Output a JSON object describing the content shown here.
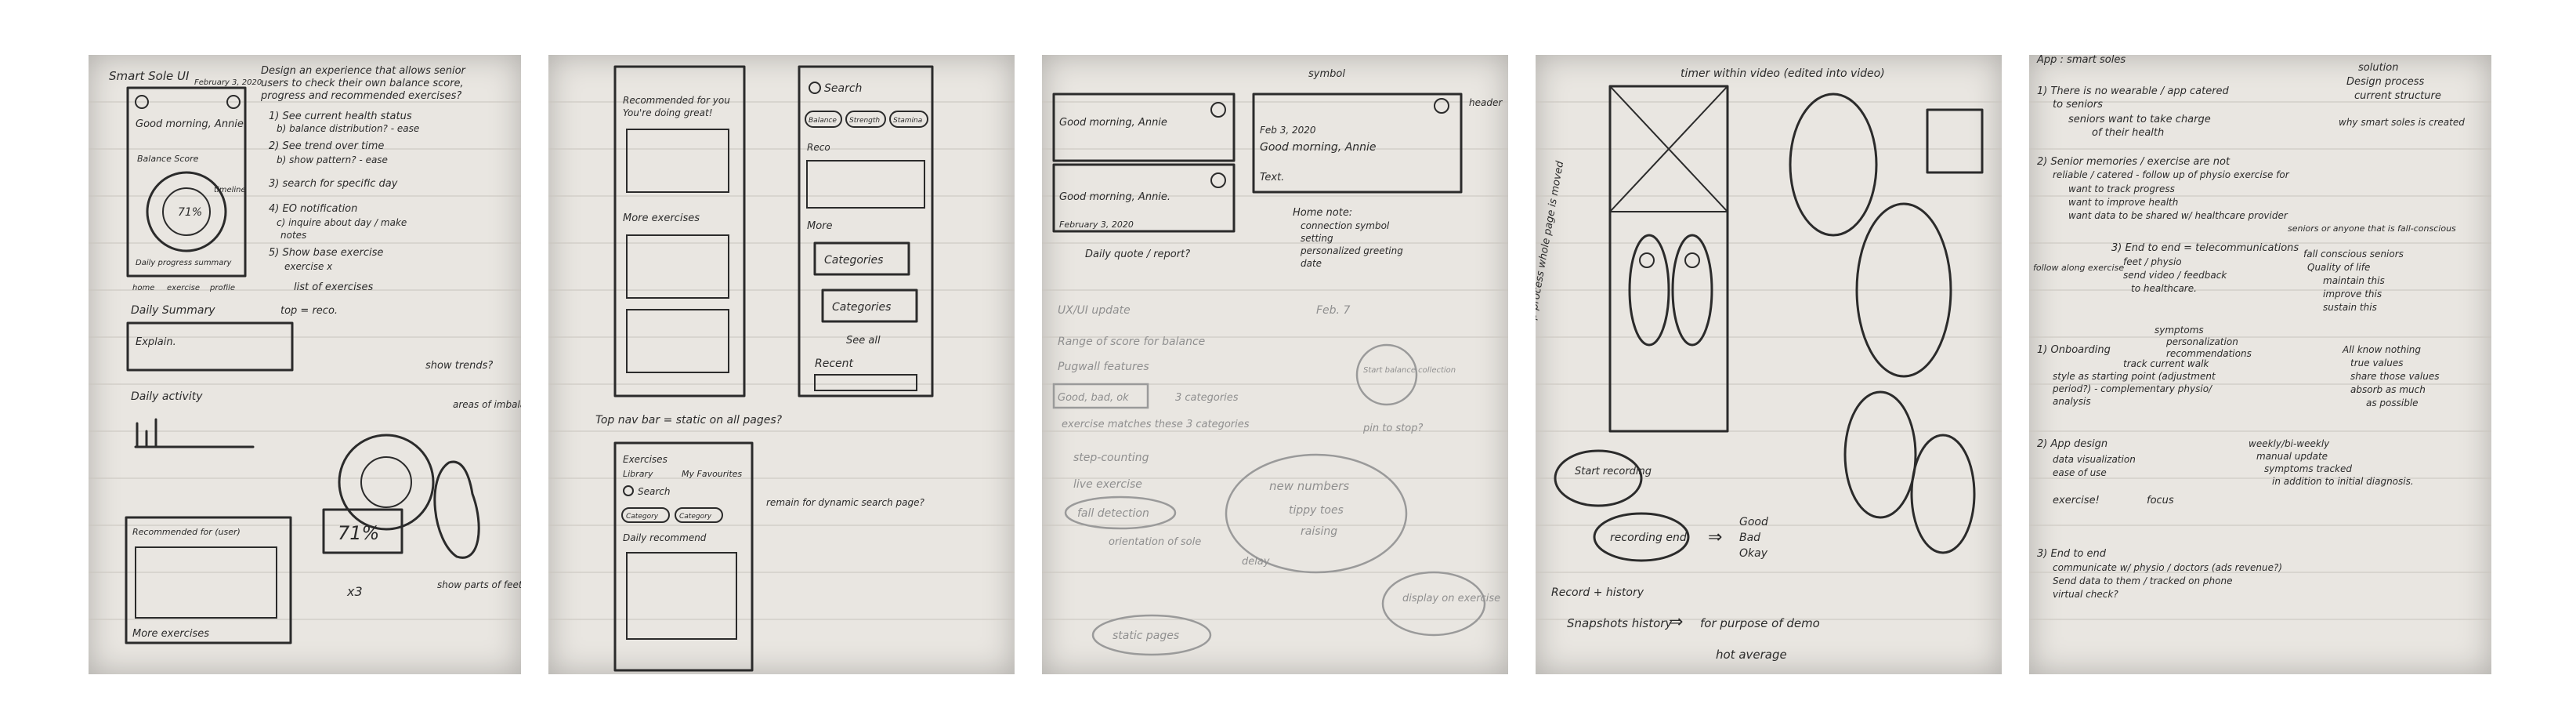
{
  "colors": {
    "paper": "#e9e6e1",
    "ink": "#2b2b2b",
    "faint_ink": "#8f8f8f"
  },
  "page1": {
    "title": "Smart Sole UI",
    "date": "February 3, 2020",
    "greeting": "Good morning, Annie.",
    "balance_score": "Balance Score",
    "timeline": "timeline",
    "daily_progress": "Daily progress summary",
    "nav_home": "home",
    "nav_exercise": "exercise",
    "nav_profile": "profile",
    "daily_summary": "Daily Summary",
    "explain": "Explain.",
    "daily_activity": "Daily activity",
    "recommended": "Recommended for (user)",
    "big_score": "71%",
    "more_exercises": "More exercises",
    "x3": "x3",
    "notes": [
      "Design an experience that allows senior",
      "users to check their own balance score,",
      "progress and recommended exercises?",
      "1) See current health status",
      "b) balance distribution? - ease",
      "2) See trend over time",
      "b) show pattern? - ease",
      "3) search for specific day",
      "4) EO notification",
      "c) inquire about day / make",
      "notes",
      "5) Show base exercise",
      "exercise x",
      "list of exercises",
      "top = reco.",
      "show trends?",
      "areas of imbalance",
      "show parts of feet?"
    ]
  },
  "page2": {
    "recommended": "Recommended for you",
    "doing_great": "You're doing great!",
    "more_exercises": "More exercises",
    "search": "Search",
    "chip1": "Balance",
    "chip2": "Strength",
    "chip3": "Stamina",
    "reco": "Reco",
    "more": "More",
    "categories1": "Categories",
    "categories2": "Categories",
    "see_all": "See all",
    "recent": "Recent",
    "nav_note": "Top nav bar = static on all pages?",
    "exercises": "Exercises",
    "library": "Library",
    "favourites": "My Favourites",
    "search2": "Search",
    "chip4": "Category",
    "chip5": "Category",
    "daily_recommend": "Daily recommend",
    "remain_note": "remain for dynamic search page?"
  },
  "page3": {
    "greet1": "Good morning, Annie",
    "greet2": "Good morning, Annie.",
    "date1": "February 3, 2020",
    "symbol": "symbol",
    "header": "header",
    "date2": "Feb 3, 2020",
    "greet3": "Good morning, Annie",
    "text": "Text.",
    "quote": "Daily quote / report?",
    "home_note": "Home note:",
    "home_items": [
      "connection symbol",
      "setting",
      "personalized greeting",
      "date"
    ],
    "update": "UX/UI update",
    "update_date": "Feb. 7",
    "range": "Range of score for balance",
    "features": "Pugwall features",
    "good": "Good, bad, ok",
    "three_cat": "3 categories",
    "matches": "exercise matches these 3 categories",
    "start_collection": "Start balance collection",
    "pin": "pin to stop?",
    "step": "step-counting",
    "live": "live exercise",
    "fall": "fall detection",
    "orient": "orientation of sole",
    "new_numbers": "new numbers",
    "tippy": "tippy toes",
    "raising": "raising",
    "delay": "delay",
    "display": "display on exercise",
    "static": "static pages"
  },
  "page4": {
    "timer": "timer within video (edited into video)",
    "step_process": "step process whole page is moved",
    "start_recording": "Start recording",
    "recording_end": "recording end",
    "good": "Good",
    "bad": "Bad",
    "okay": "Okay",
    "record_history": "Record + history",
    "snapshots": "Snapshots history",
    "purpose": "for purpose of demo",
    "hot_average": "hot average"
  },
  "page5": {
    "app": "App : smart soles",
    "solution": "solution",
    "design_process": "Design process",
    "current_structure": "current structure",
    "why": "why smart soles is created",
    "lines": [
      "1) There is no wearable / app catered",
      "to seniors",
      "seniors want to take charge",
      "of their health",
      "2) Senior memories / exercise are not",
      "reliable / catered - follow up of physio exercise for",
      "want to track progress",
      "want to improve health",
      "want data to be shared w/ healthcare provider",
      "3) End to end = telecommunications",
      "feet / physio",
      "send video / feedback",
      "to healthcare.",
      "fall conscious seniors",
      "Quality of life",
      "maintain this",
      "improve this",
      "sustain this",
      "1) Onboarding",
      "symptoms",
      "personalization",
      "recommendations",
      "track current walk",
      "style as starting point (adjustment",
      "period?) - complementary physio/",
      "analysis",
      "All know nothing",
      "true values",
      "share those values",
      "absorb as much",
      "as possible",
      "2) App design",
      "data visualization",
      "ease of use",
      "exercise!",
      "focus",
      "weekly/bi-weekly",
      "manual update",
      "symptoms tracked",
      "in addition to initial diagnosis.",
      "3) End to end",
      "communicate w/ physio / doctors (ads revenue?)",
      "Send data to them / tracked on phone",
      "virtual check?"
    ],
    "follow": "follow along exercise",
    "seniors_anyone": "seniors or anyone that is fall-conscious"
  }
}
